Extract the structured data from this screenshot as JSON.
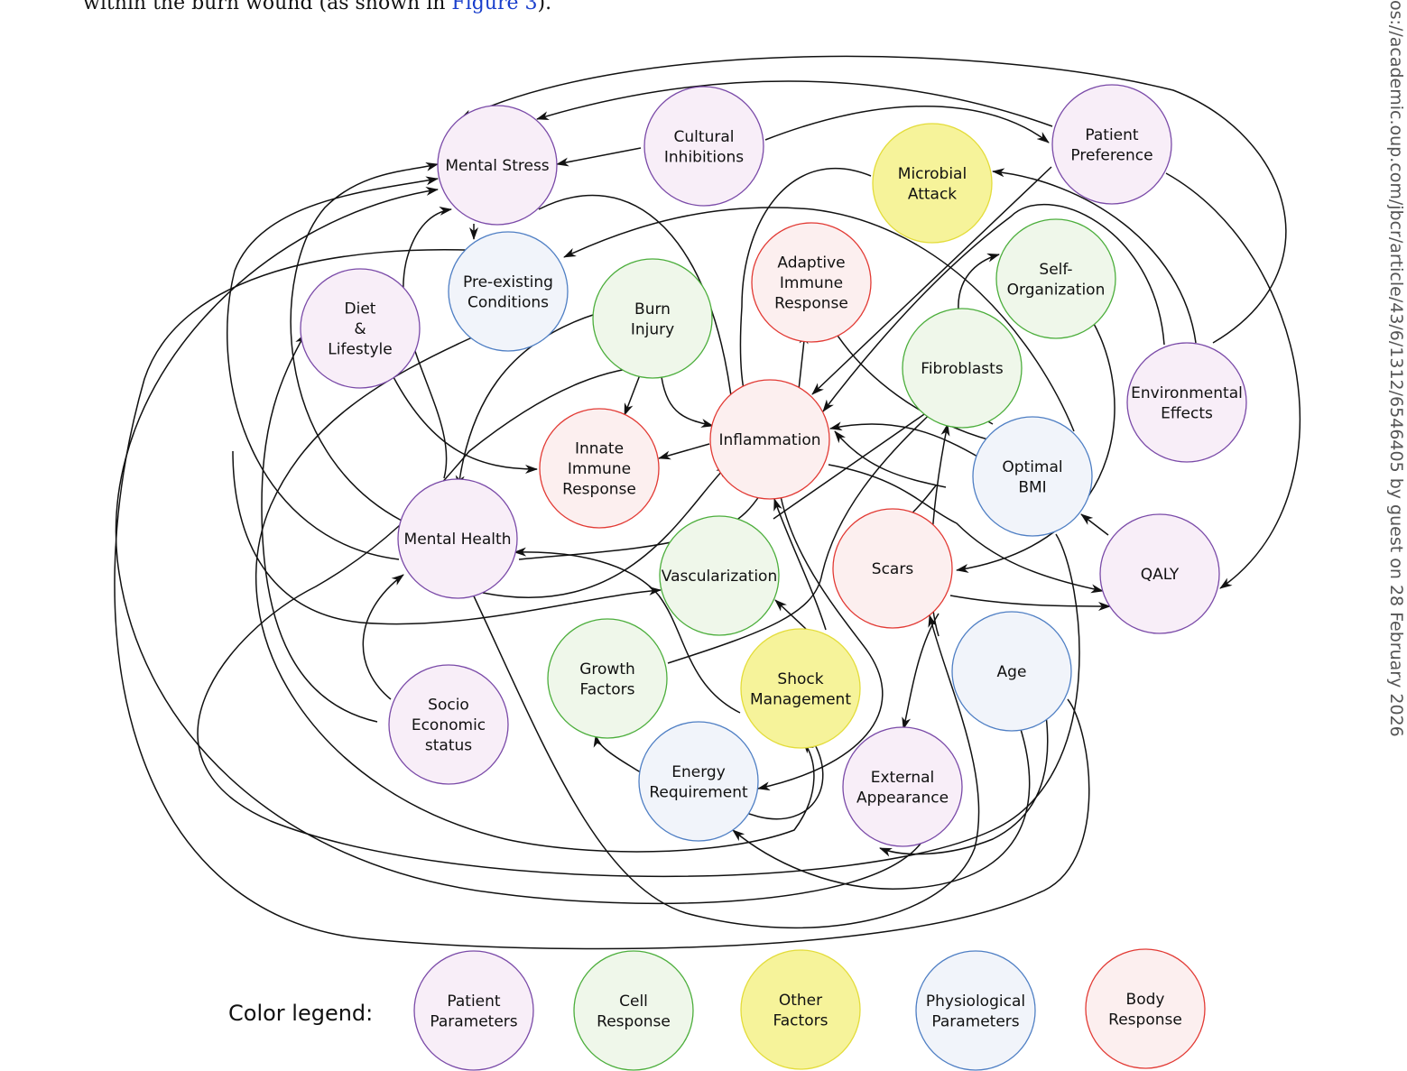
{
  "top_text": {
    "before": "within the burn wound (as shown in ",
    "link": "Figure 3",
    "after": ")."
  },
  "side_text": "os://academic.oup.com/jbcr/article/43/6/1312/6546405 by guest on 28 February 2026",
  "categories": {
    "patient": {
      "stroke": "#7a4aa8",
      "fill": "#f8eef8"
    },
    "cell": {
      "stroke": "#4cae3c",
      "fill": "#eff7ea"
    },
    "other": {
      "stroke": "#e3dc3a",
      "fill": "#f6f39a"
    },
    "physio": {
      "stroke": "#4f7fc4",
      "fill": "#f1f4fa"
    },
    "body": {
      "stroke": "#e23a34",
      "fill": "#fcefef"
    }
  },
  "nodes": [
    {
      "id": "mental-stress",
      "cat": "patient",
      "lines": [
        "Mental Stress"
      ]
    },
    {
      "id": "cultural-inhibitions",
      "cat": "patient",
      "lines": [
        "Cultural",
        "Inhibitions"
      ]
    },
    {
      "id": "patient-preference",
      "cat": "patient",
      "lines": [
        "Patient",
        "Preference"
      ]
    },
    {
      "id": "microbial-attack",
      "cat": "other",
      "lines": [
        "Microbial",
        "Attack"
      ]
    },
    {
      "id": "pre-existing-conditions",
      "cat": "physio",
      "lines": [
        "Pre-existing",
        "Conditions"
      ]
    },
    {
      "id": "adaptive-immune-response",
      "cat": "body",
      "lines": [
        "Adaptive",
        "Immune",
        "Response"
      ]
    },
    {
      "id": "self-organization",
      "cat": "cell",
      "lines": [
        "Self-",
        "Organization"
      ]
    },
    {
      "id": "diet-lifestyle",
      "cat": "patient",
      "lines": [
        "Diet",
        "&",
        "Lifestyle"
      ]
    },
    {
      "id": "burn-injury",
      "cat": "cell",
      "lines": [
        "Burn",
        "Injury"
      ]
    },
    {
      "id": "fibroblasts",
      "cat": "cell",
      "lines": [
        "Fibroblasts"
      ]
    },
    {
      "id": "environmental-effects",
      "cat": "patient",
      "lines": [
        "Environmental",
        "Effects"
      ]
    },
    {
      "id": "innate-immune-response",
      "cat": "body",
      "lines": [
        "Innate",
        "Immune",
        "Response"
      ]
    },
    {
      "id": "inflammation",
      "cat": "body",
      "lines": [
        "Inflammation"
      ]
    },
    {
      "id": "optimal-bmi",
      "cat": "physio",
      "lines": [
        "Optimal",
        "BMI"
      ]
    },
    {
      "id": "mental-health",
      "cat": "patient",
      "lines": [
        "Mental Health"
      ]
    },
    {
      "id": "vascularization",
      "cat": "cell",
      "lines": [
        "Vascularization"
      ]
    },
    {
      "id": "scars",
      "cat": "body",
      "lines": [
        "Scars"
      ]
    },
    {
      "id": "qaly",
      "cat": "patient",
      "lines": [
        "QALY"
      ]
    },
    {
      "id": "growth-factors",
      "cat": "cell",
      "lines": [
        "Growth",
        "Factors"
      ]
    },
    {
      "id": "shock-management",
      "cat": "other",
      "lines": [
        "Shock",
        "Management"
      ]
    },
    {
      "id": "age",
      "cat": "physio",
      "lines": [
        "Age"
      ]
    },
    {
      "id": "socio-economic-status",
      "cat": "patient",
      "lines": [
        "Socio",
        "Economic",
        "status"
      ]
    },
    {
      "id": "energy-requirement",
      "cat": "physio",
      "lines": [
        "Energy",
        "Requirement"
      ]
    },
    {
      "id": "external-appearance",
      "cat": "patient",
      "lines": [
        "External",
        "Appearance"
      ]
    }
  ],
  "legend": {
    "title": "Color legend:",
    "items": [
      {
        "cat": "patient",
        "lines": [
          "Patient",
          "Parameters"
        ]
      },
      {
        "cat": "cell",
        "lines": [
          "Cell",
          "Response"
        ]
      },
      {
        "cat": "other",
        "lines": [
          "Other",
          "Factors"
        ]
      },
      {
        "cat": "physio",
        "lines": [
          "Physiological",
          "Parameters"
        ]
      },
      {
        "cat": "body",
        "lines": [
          "Body",
          "Response"
        ]
      }
    ]
  }
}
